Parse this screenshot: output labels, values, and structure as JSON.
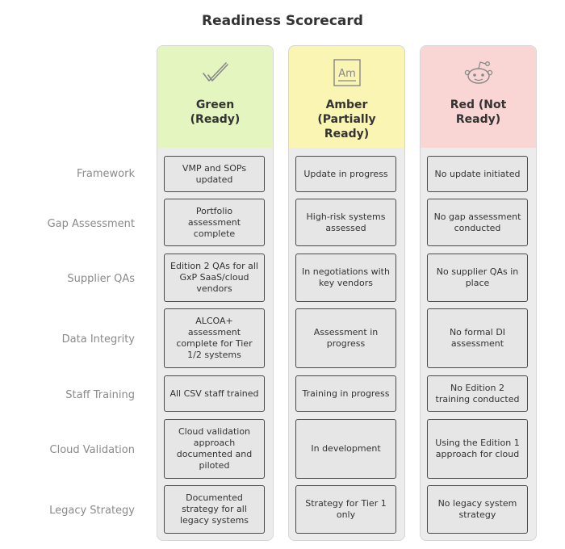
{
  "title": "Readiness Scorecard",
  "colors": {
    "green": "#e4f5bf",
    "amber": "#fbf5b4",
    "red": "#f9d6d4"
  },
  "columns": [
    {
      "key": "green",
      "label": "Green\n(Ready)",
      "icon": "double-check-icon"
    },
    {
      "key": "amber",
      "label": "Amber\n(Partially\nReady)",
      "icon": "periodic-element-am-icon"
    },
    {
      "key": "red",
      "label": "Red (Not\nReady)",
      "icon": "reddit-alien-icon"
    }
  ],
  "rows": [
    {
      "label": "Framework",
      "cells": [
        "VMP and SOPs updated",
        "Update in progress",
        "No update initiated"
      ]
    },
    {
      "label": "Gap Assessment",
      "cells": [
        "Portfolio assessment complete",
        "High-risk systems assessed",
        "No gap assessment conducted"
      ]
    },
    {
      "label": "Supplier QAs",
      "cells": [
        "Edition 2 QAs for all GxP SaaS/cloud vendors",
        "In negotiations with key vendors",
        "No supplier QAs in place"
      ]
    },
    {
      "label": "Data Integrity",
      "cells": [
        "ALCOA+ assessment complete for Tier 1/2 systems",
        "Assessment in progress",
        "No formal DI assessment"
      ]
    },
    {
      "label": "Staff Training",
      "cells": [
        "All CSV staff trained",
        "Training in progress",
        "No Edition 2 training conducted"
      ]
    },
    {
      "label": "Cloud Validation",
      "cells": [
        "Cloud validation approach documented and piloted",
        "In development",
        "Using the Edition 1 approach for cloud"
      ]
    },
    {
      "label": "Legacy Strategy",
      "cells": [
        "Documented strategy for all legacy systems",
        "Strategy for Tier 1 only",
        "No legacy system strategy"
      ]
    }
  ]
}
